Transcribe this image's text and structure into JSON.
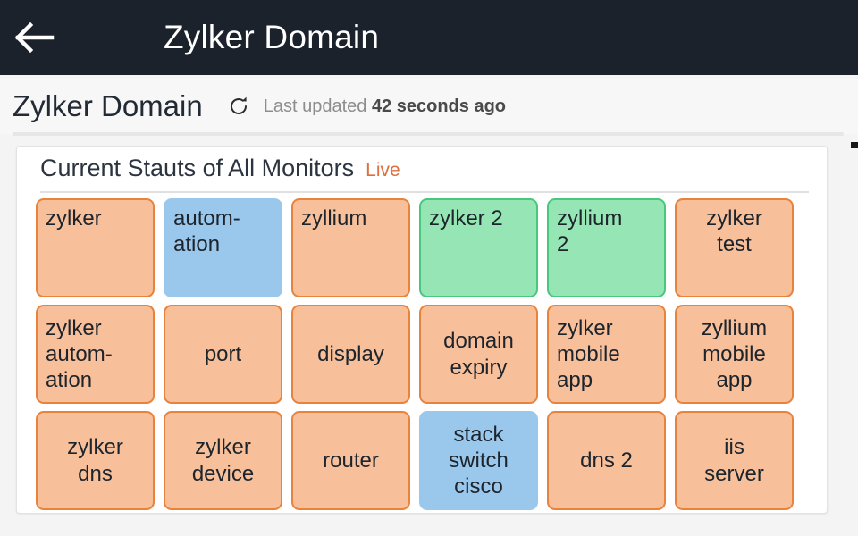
{
  "appbar": {
    "back_icon": "arrow-left-icon",
    "title": "Zylker Domain"
  },
  "subheader": {
    "title": "Zylker Domain",
    "refresh_icon": "refresh-icon",
    "updated_prefix": "Last updated",
    "updated_value": "42 seconds ago"
  },
  "card": {
    "title": "Current Stauts of All Monitors",
    "live_label": "Live",
    "live_color": "#de6f3e"
  },
  "status_colors": {
    "down": "#f7bf9a",
    "down_border": "#e8833d",
    "up": "#96e5b4",
    "up_border": "#49c77e",
    "trouble": "#9ac8ec",
    "trouble_border": "#9ac8ec"
  },
  "monitors": [
    {
      "label": "zylker",
      "status": "down",
      "valign": "top",
      "halign": "left"
    },
    {
      "label": "autom-\nation",
      "status": "trouble",
      "valign": "top",
      "halign": "left"
    },
    {
      "label": "zyllium",
      "status": "down",
      "valign": "top",
      "halign": "left"
    },
    {
      "label": "zylker 2",
      "status": "up",
      "valign": "top",
      "halign": "left"
    },
    {
      "label": "zyllium\n2",
      "status": "up",
      "valign": "top",
      "halign": "left"
    },
    {
      "label": "zylker\ntest",
      "status": "down",
      "valign": "top",
      "halign": "center"
    },
    {
      "label": "zylker\nautom-\nation",
      "status": "down",
      "valign": "center",
      "halign": "left"
    },
    {
      "label": "port",
      "status": "down",
      "valign": "center",
      "halign": "center"
    },
    {
      "label": "display",
      "status": "down",
      "valign": "center",
      "halign": "center"
    },
    {
      "label": "domain\nexpiry",
      "status": "down",
      "valign": "center",
      "halign": "center"
    },
    {
      "label": "zylker\nmobile\napp",
      "status": "down",
      "valign": "center",
      "halign": "left"
    },
    {
      "label": "zyllium\nmobile\napp",
      "status": "down",
      "valign": "center",
      "halign": "center"
    },
    {
      "label": "zylker\ndns",
      "status": "down",
      "valign": "center",
      "halign": "center"
    },
    {
      "label": "zylker\ndevice",
      "status": "down",
      "valign": "center",
      "halign": "center"
    },
    {
      "label": "router",
      "status": "down",
      "valign": "center",
      "halign": "center"
    },
    {
      "label": "stack\nswitch\ncisco",
      "status": "trouble",
      "valign": "center",
      "halign": "center"
    },
    {
      "label": "dns 2",
      "status": "down",
      "valign": "center",
      "halign": "center"
    },
    {
      "label": "iis\nserver",
      "status": "down",
      "valign": "center",
      "halign": "center"
    }
  ]
}
